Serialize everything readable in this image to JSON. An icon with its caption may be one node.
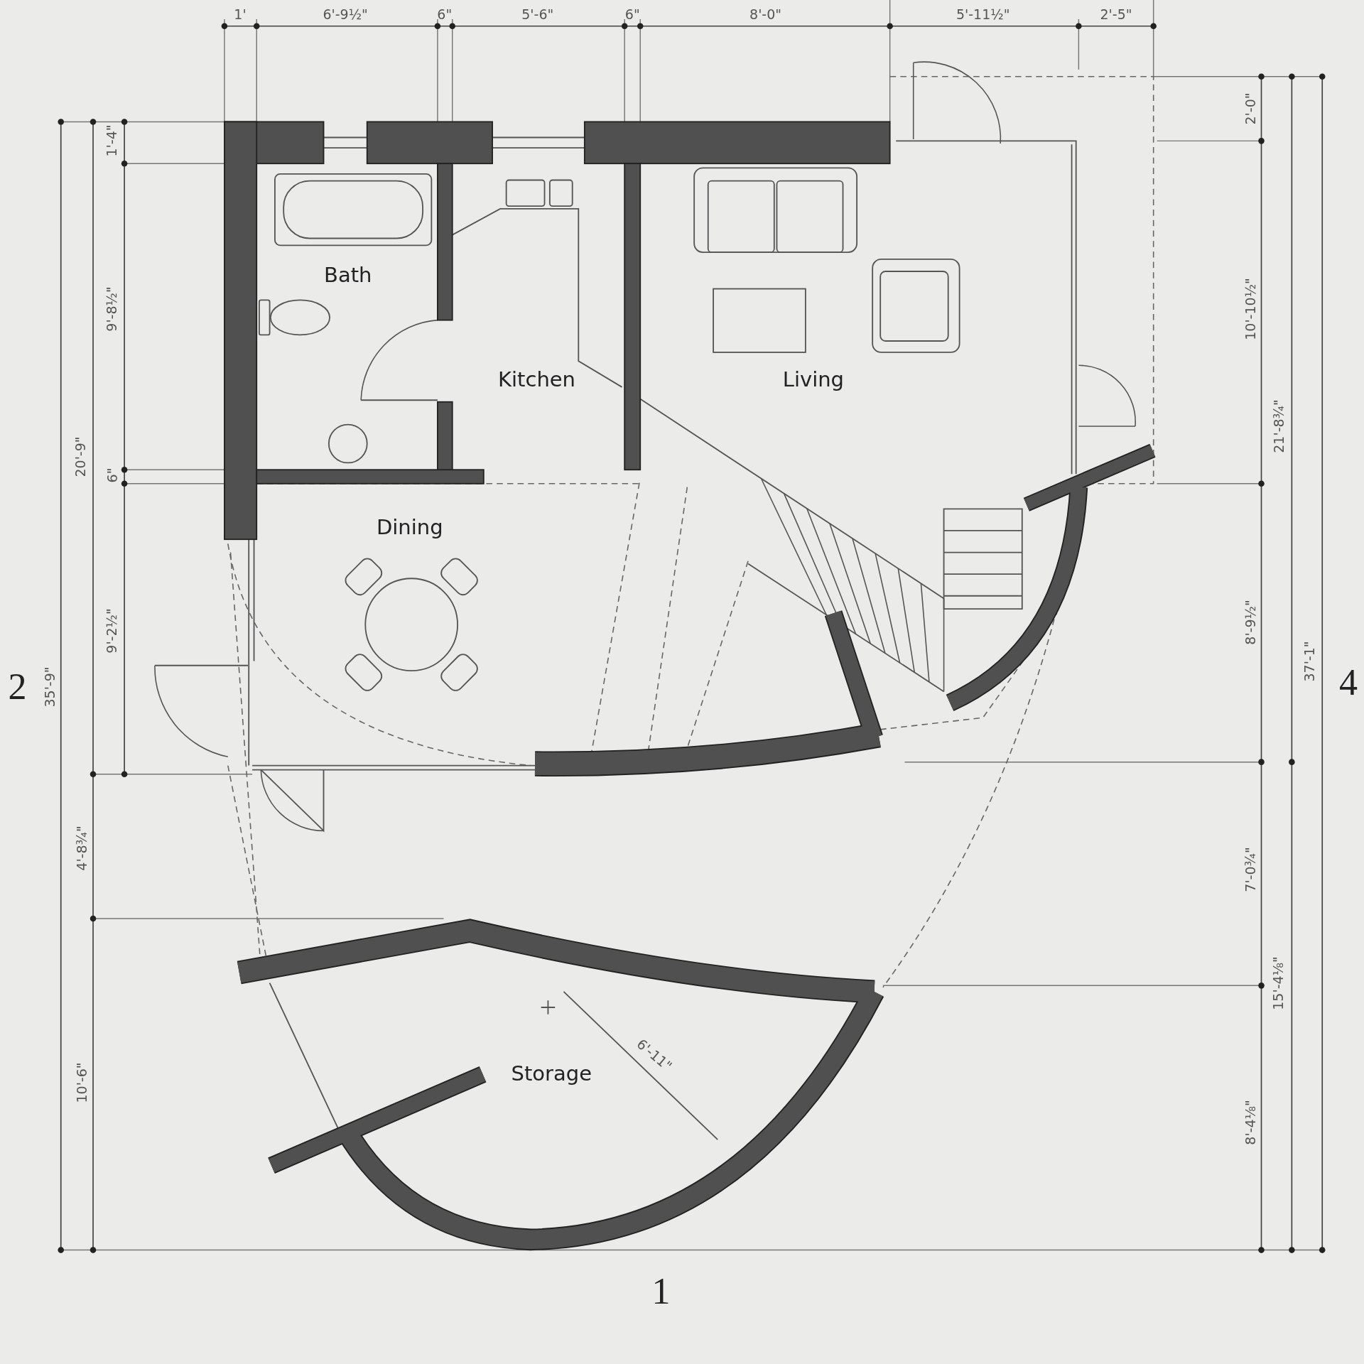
{
  "diagram": {
    "labels": [
      "1'",
      "6'-9½\"",
      "6\"",
      "5'-6\"",
      "6\"",
      "8'-0\"",
      "5'-11½\"",
      "2'-5\"",
      "2'-0\"",
      "1'-4\"",
      "Bath",
      "9'-8½\"",
      "10'-10½\"",
      "Kitchen",
      "Living",
      "21'-8¾\"",
      "20'-9\"",
      "6\"",
      "Dining",
      "9'-2½\"",
      "8'-9½\"",
      "37'-1\"",
      "2",
      "35'-9\"",
      "4",
      "4'-8¾\"",
      "7'-0¾\"",
      "15'-4⅛\"",
      "6'-11\"",
      "Storage",
      "10'-6\"",
      "8'-4⅛\"",
      "1"
    ]
  }
}
